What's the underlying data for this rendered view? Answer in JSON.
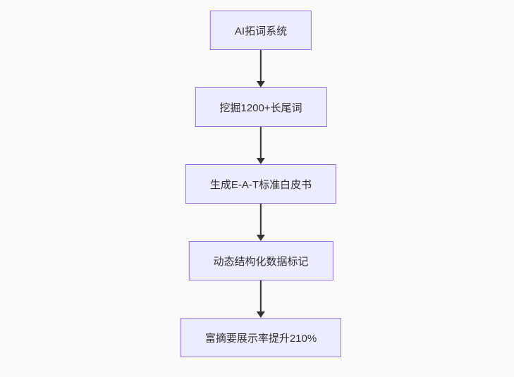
{
  "diagram": {
    "type": "flowchart",
    "direction": "top-down",
    "nodes": [
      {
        "id": "step-1",
        "label": "AI拓词系统"
      },
      {
        "id": "step-2",
        "label": "挖掘1200+长尾词"
      },
      {
        "id": "step-3",
        "label": "生成E-A-T标准白皮书"
      },
      {
        "id": "step-4",
        "label": "动态结构化数据标记"
      },
      {
        "id": "step-5",
        "label": "富摘要展示率提升210%"
      }
    ],
    "edges": [
      {
        "from": "step-1",
        "to": "step-2"
      },
      {
        "from": "step-2",
        "to": "step-3"
      },
      {
        "from": "step-3",
        "to": "step-4"
      },
      {
        "from": "step-4",
        "to": "step-5"
      }
    ]
  },
  "colors": {
    "background": "#fafafa",
    "node-fill": "#ECECFF",
    "node-border": "#9370DB",
    "node-text": "#333333",
    "arrow": "#333333"
  }
}
